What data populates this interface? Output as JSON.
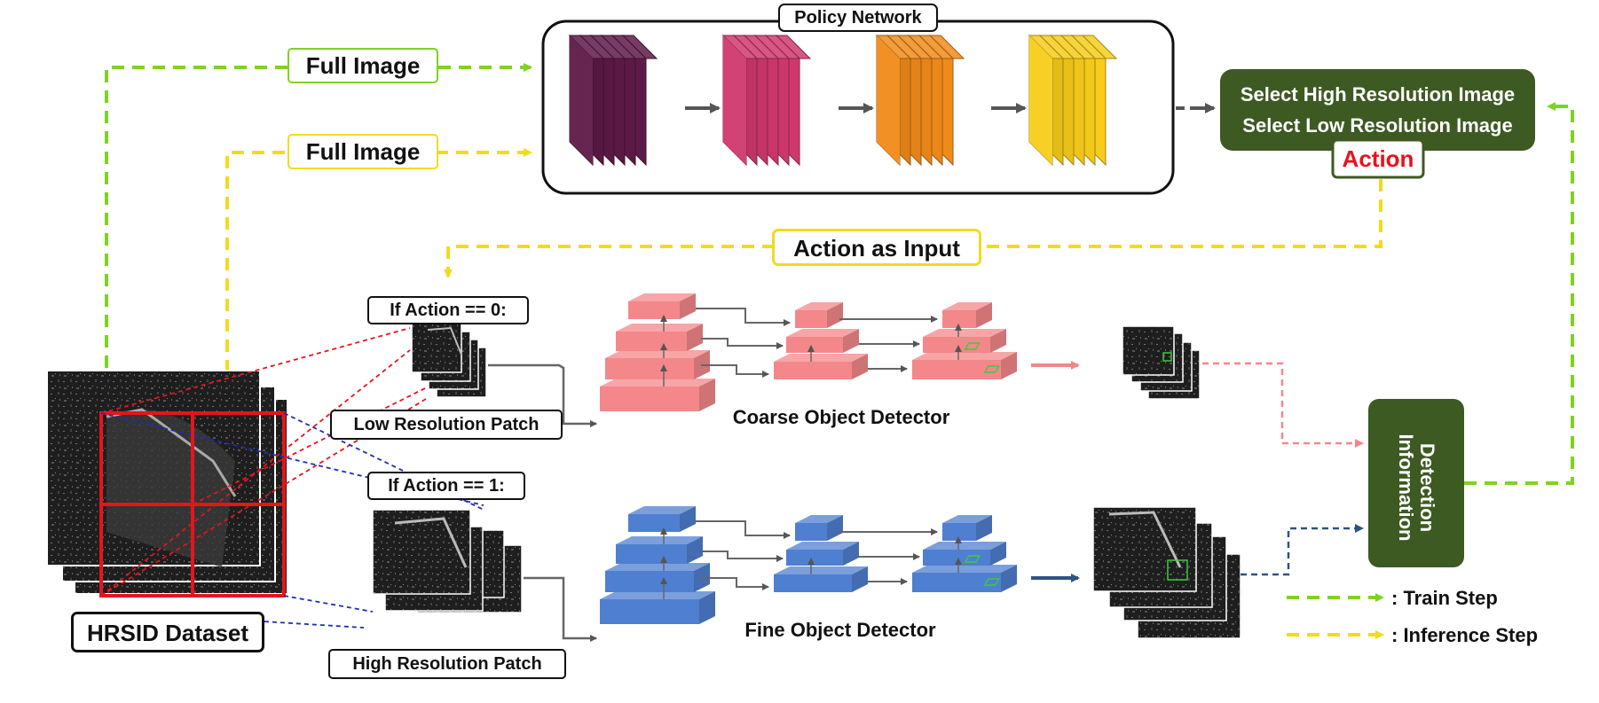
{
  "labels": {
    "policy_network": "Policy Network",
    "full_image_train": "Full Image",
    "full_image_inference": "Full Image",
    "select_high": "Select High Resolution Image",
    "select_low": "Select Low Resolution Image",
    "action": "Action",
    "action_as_input": "Action as Input",
    "if_action_0": "If Action == 0:",
    "if_action_1": "If Action == 1:",
    "low_res_patch": "Low Resolution Patch",
    "high_res_patch": "High Resolution Patch",
    "coarse_detector": "Coarse Object Detector",
    "fine_detector": "Fine Object Detector",
    "hrsid_dataset": "HRSID Dataset",
    "detection_information": "Detection Information",
    "legend_train": ": Train Step",
    "legend_inference": ": Inference Step"
  },
  "colors": {
    "train_arrow": "#7ed321",
    "inference_arrow": "#f0dc1e",
    "coarse_detector": "#f4878a",
    "fine_detector": "#4f7fd0",
    "action_box": "#3d5a22",
    "action_text": "#e8121c",
    "policy_blocks": [
      "#5e1a47",
      "#d0386d",
      "#f08a1a",
      "#f7cc1a"
    ]
  }
}
